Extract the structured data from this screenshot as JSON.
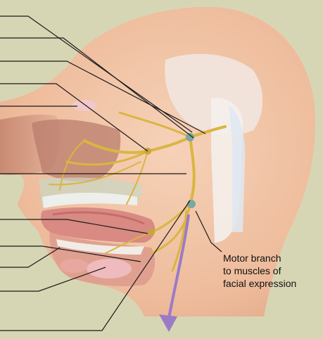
{
  "callout": {
    "line1": "Motor branch",
    "line2": "to muscles of",
    "line3": "facial expression"
  },
  "colors": {
    "background": "#d7d6b4",
    "skin": "#efc2a2",
    "nerve": "#d9b640",
    "arrow": "#9b7bc4",
    "leader": "#1a1a1a"
  }
}
